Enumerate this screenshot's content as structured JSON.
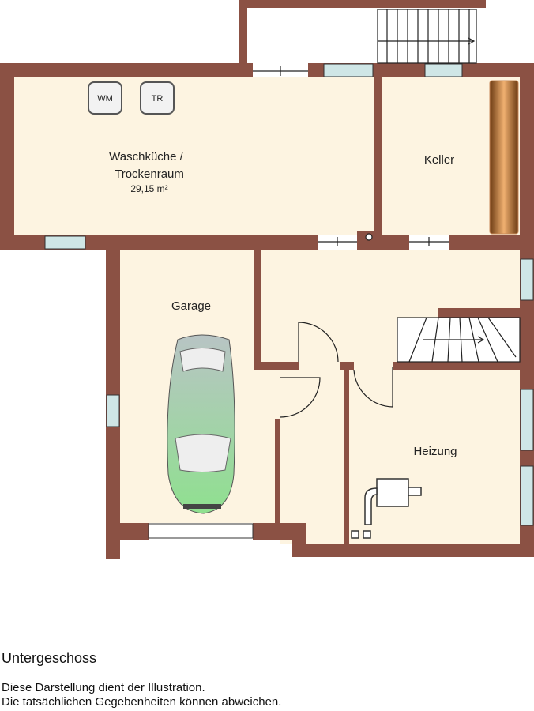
{
  "plan": {
    "rooms": {
      "waschkueche_line1": "Waschküche /",
      "waschkueche_line2": "Trockenraum",
      "waschkueche_area": "29,15 m²",
      "keller": "Keller",
      "garage": "Garage",
      "heizung": "Heizung"
    },
    "appliances": {
      "washer": "WM",
      "dryer": "TR"
    },
    "colors": {
      "wall": "#8B5144",
      "floor": "#FDF4E1",
      "window": "#CFE6E6"
    }
  },
  "caption": {
    "title": "Untergeschoss",
    "note_line1": "Diese Darstellung dient der Illustration.",
    "note_line2": "Die tatsächlichen Gegebenheiten können abweichen."
  }
}
